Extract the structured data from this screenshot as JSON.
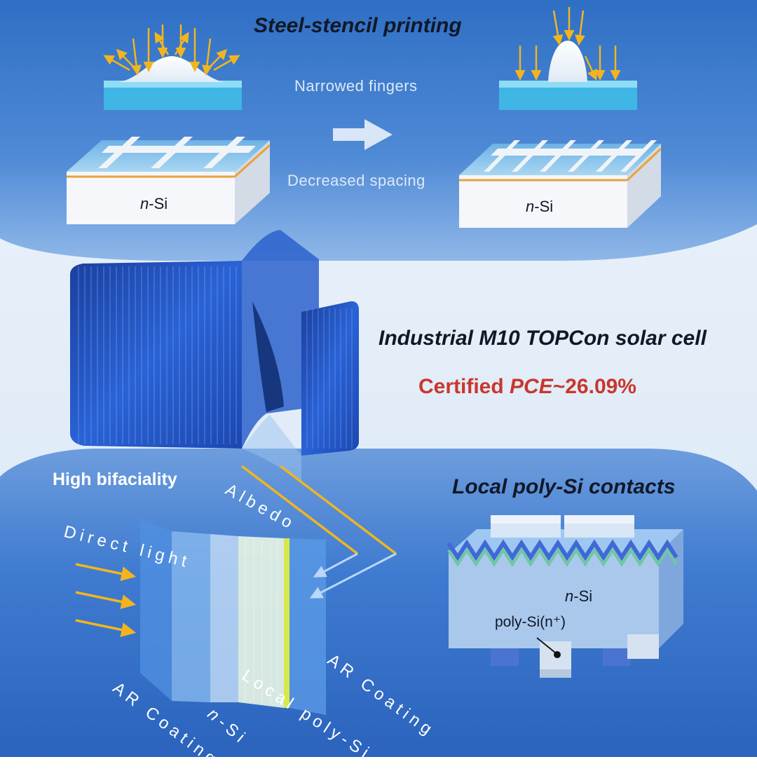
{
  "top_panel": {
    "title": "Steel-stencil printing",
    "narrowed_label": "Narrowed fingers",
    "spacing_label": "Decreased spacing",
    "left_block_label": "n-Si",
    "right_block_label": "n-Si"
  },
  "middle_panel": {
    "cell_title": "Industrial M10 TOPCon solar cell",
    "efficiency_prefix": "Certified ",
    "efficiency_metric": "PCE",
    "efficiency_value": "~26.09%"
  },
  "bottom_left": {
    "bifaciality_label": "High bifaciality",
    "albedo_label": "Albedo",
    "direct_light_label": "Direct light",
    "ar_coating_front": "AR Coating",
    "n_si_layer": "n-Si",
    "local_poly_si": "Local poly-Si",
    "ar_coating_back": "AR Coating"
  },
  "bottom_right": {
    "title": "Local poly-Si contacts",
    "n_si_label": "n-Si",
    "poly_si_label": "poly-Si(n⁺)"
  },
  "colors": {
    "panel_blue": "#2f6fc4",
    "arrow_yellow": "#f2b51f",
    "efficiency_red": "#c9372c",
    "cell_blue": "#1e55c8"
  }
}
